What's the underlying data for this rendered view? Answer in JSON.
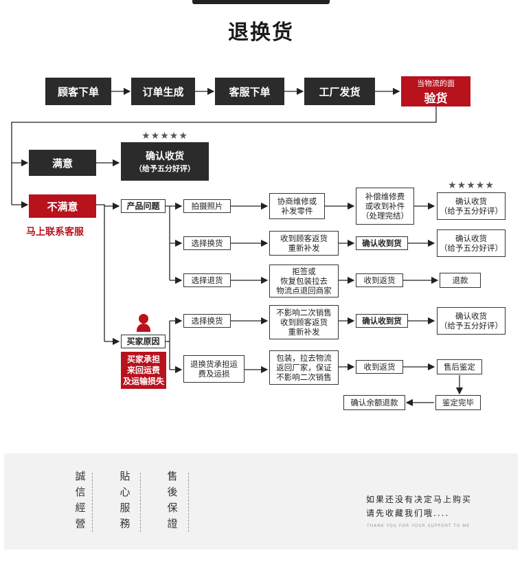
{
  "title": "退换货",
  "top_row": [
    "顾客下单",
    "订单生成",
    "客服下单",
    "工厂发货"
  ],
  "inspect": {
    "line1": "当物流的面",
    "line2": "验货"
  },
  "satisfied": {
    "label": "满意",
    "result_line1": "确认收货",
    "result_line2": "（给予五分好评）",
    "stars": "★★★★★"
  },
  "unsatisfied": {
    "label": "不满意",
    "sub": "马上联系客服"
  },
  "product_issue": "产品问题",
  "buyer_reason": "买家原因",
  "buyer_bears": {
    "line1": "买家承担",
    "line2": "来回运费",
    "line3": "及运输损失"
  },
  "rows": {
    "photo": {
      "step": "拍摄照片",
      "action_line1": "协商维修或",
      "action_line2": "补发零件",
      "mid_line1": "补偿维修费",
      "mid_line2": "或收到补件",
      "mid_line3": "（处理完结）",
      "end_line1": "确认收货",
      "end_line2": "（给予五分好评）",
      "stars": "★★★★★"
    },
    "exchange": {
      "step": "选择换货",
      "action_line1": "收到顾客返货",
      "action_line2": "重新补发",
      "mid": "确认收到货",
      "end_line1": "确认收货",
      "end_line2": "（给予五分好评）"
    },
    "refund": {
      "step": "选择退货",
      "action_line1": "拒签或",
      "action_line2": "恢复包装拉去",
      "action_line3": "物流点退回商家",
      "mid": "收到返货",
      "end": "退款"
    },
    "buyer_exchange": {
      "step": "选择换货",
      "action_line1": "不影响二次销售",
      "action_line2": "收到顾客返货",
      "action_line3": "重新补发",
      "mid": "确认收到货",
      "end_line1": "确认收货",
      "end_line2": "（给予五分好评）"
    },
    "buyer_return": {
      "step_line1": "退换货承担运",
      "step_line2": "费及运损",
      "action_line1": "包装，拉去物流",
      "action_line2": "返回厂家，保证",
      "action_line3": "不影响二次销售",
      "mid": "收到返货",
      "end": "售后鉴定",
      "done": "鉴定完毕",
      "final": "确认余额退款"
    }
  },
  "footer": {
    "col1": [
      "誠",
      "信",
      "經",
      "營"
    ],
    "col2": [
      "貼",
      "心",
      "服",
      "務"
    ],
    "col3": [
      "售",
      "後",
      "保",
      "證"
    ],
    "line1": "如果还没有决定马上购买",
    "line2": "请先收藏我们哦....",
    "thanks": "THANK YOU FOR YOUR SUPPORT TO ME"
  }
}
